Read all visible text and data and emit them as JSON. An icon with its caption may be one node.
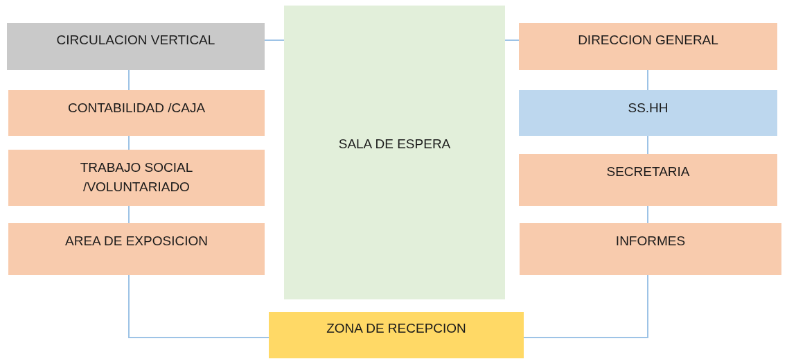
{
  "diagram": {
    "nodes": [
      {
        "text": [
          "CIRCULACION VERTICAL"
        ]
      },
      {
        "text": [
          "SALA DE ESPERA"
        ]
      },
      {
        "text": [
          "DIRECCION GENERAL"
        ]
      },
      {
        "text": [
          "CONTABILIDAD /CAJA"
        ]
      },
      {
        "text": [
          "SS.HH"
        ]
      },
      {
        "text": [
          "TRABAJO SOCIAL /VOLUNTARIADO"
        ]
      },
      {
        "text": [
          "SECRETARIA"
        ]
      },
      {
        "text": [
          "AREA DE EXPOSICION"
        ]
      },
      {
        "text": [
          "INFORMES"
        ]
      },
      {
        "text": [
          "ZONA DE RECEPCION"
        ]
      }
    ],
    "edges": [
      {
        "from": 0,
        "to": 1,
        "arrow": "none"
      },
      {
        "from": 2,
        "to": 1,
        "arrow": "none"
      },
      {
        "from": 0,
        "to": 3,
        "arrow": "none"
      },
      {
        "from": 3,
        "to": 5,
        "arrow": "none"
      },
      {
        "from": 5,
        "to": 7,
        "arrow": "none"
      },
      {
        "from": 7,
        "to": 9,
        "arrow": "none"
      },
      {
        "from": 2,
        "to": 4,
        "arrow": "none"
      },
      {
        "from": 4,
        "to": 6,
        "arrow": "none"
      },
      {
        "from": 6,
        "to": 8,
        "arrow": "none"
      },
      {
        "from": 8,
        "to": 9,
        "arrow": "none"
      }
    ]
  }
}
